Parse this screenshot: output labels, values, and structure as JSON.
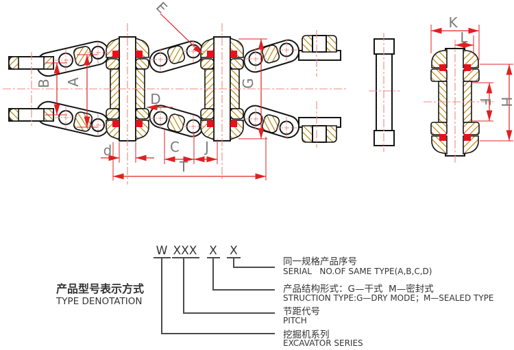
{
  "drawing": {
    "description": "Excavator track link chain technical drawing",
    "dimension_labels": {
      "A": "A",
      "B": "B",
      "C": "C",
      "D": "D",
      "d": "d",
      "E": "E",
      "F": "F",
      "G": "G",
      "H": "H",
      "J": "J",
      "K": "K",
      "L": "L",
      "T": "T"
    }
  },
  "denotation": {
    "title_zh": "产品型号表示方式",
    "title_en": "TYPE DENOTATION",
    "formula": {
      "prefix": "W",
      "pitch_code": "XXX",
      "structure_code": "X",
      "serial_code": "X"
    },
    "rows": [
      {
        "zh": "同一规格产品序号",
        "en": "SERIAL   NO.OF SAME TYPE(A,B,C,D)"
      },
      {
        "zh": "产品结构形式：G—干式  M—密封式",
        "en": "STRUCTION TYPE:G—DRY MODE；M—SEALED TYPE"
      },
      {
        "zh": "节距代号",
        "en": "PITCH"
      },
      {
        "zh": "挖掘机系列",
        "en": "EXCAVATOR SERIES"
      }
    ]
  },
  "colors": {
    "outline": "#141414",
    "hatch": "#b8860b",
    "dimension_red": "#e02020",
    "centerline_red": "#ee8880",
    "seal_red": "#e8101c",
    "label_gray": "#7a7a7a"
  }
}
